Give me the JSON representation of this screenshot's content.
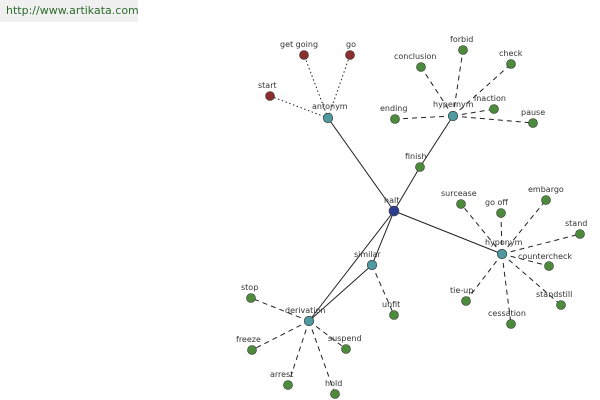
{
  "banner": {
    "url_text": "http://www.artikata.com"
  },
  "colors": {
    "center": "#2b3d8f",
    "relation": "#4e9aa0",
    "word": "#4c8a3c",
    "antonym_word": "#8b2e2e",
    "edge": "#222222"
  },
  "center": {
    "label": "halt"
  },
  "relations": [
    {
      "id": "antonym",
      "label": "antonym",
      "words": [
        "get going",
        "go",
        "start"
      ]
    },
    {
      "id": "hypernym",
      "label": "hypernym",
      "words": [
        "conclusion",
        "forbid",
        "check",
        "ending",
        "inaction",
        "pause",
        "finish"
      ]
    },
    {
      "id": "hyponym",
      "label": "hyponym",
      "words": [
        "surcease",
        "go off",
        "embargo",
        "stand",
        "countercheck",
        "standstill",
        "cessation",
        "tie-up"
      ]
    },
    {
      "id": "similar",
      "label": "similar",
      "words": [
        "unfit"
      ]
    },
    {
      "id": "derivation",
      "label": "derivation",
      "words": [
        "stop",
        "freeze",
        "suspend",
        "arrest",
        "hold"
      ]
    }
  ]
}
